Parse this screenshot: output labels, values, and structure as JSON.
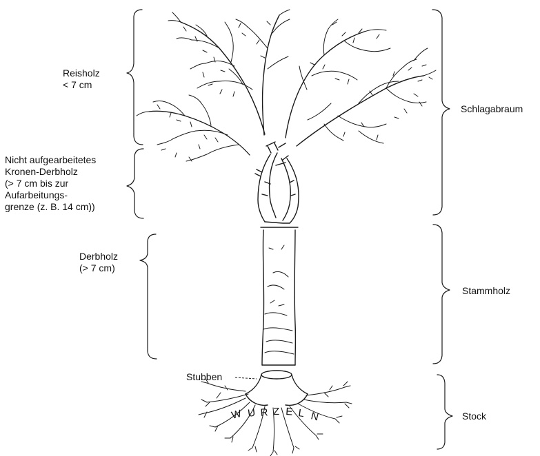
{
  "diagram": {
    "labels": {
      "reisholz": [
        "Reisholz",
        "< 7 cm"
      ],
      "krone": [
        "Nicht aufgearbeitetes",
        "Kronen-Derbholz",
        "(> 7 cm bis zur",
        "Aufarbeitungs-",
        "grenze (z. B. 14 cm))"
      ],
      "derbholz": [
        "Derbholz",
        "(> 7 cm)"
      ],
      "stubben": "Stubben",
      "schlagabraum": "Schlagabraum",
      "stammholz": "Stammholz",
      "stock": "Stock"
    },
    "root_letters": [
      "W",
      "U",
      "R",
      "Z",
      "E",
      "L",
      "N"
    ],
    "colors": {
      "ink": "#1a1a1a",
      "background": "#ffffff"
    }
  }
}
